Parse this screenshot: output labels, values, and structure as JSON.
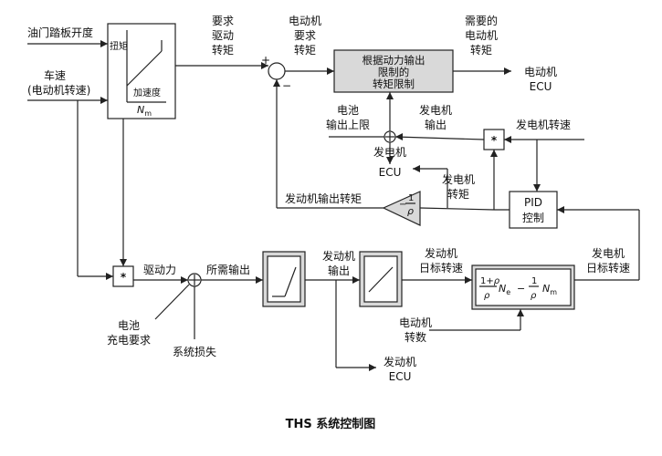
{
  "caption": "THS 系统控制图",
  "labels": {
    "throttle": "油门踏板开度",
    "speed_1": "车速",
    "speed_2": "(电动机转速)",
    "map_torque": "扭矩",
    "map_accel": "加速度",
    "map_nm": "N",
    "map_nm_sub": "m",
    "req_drive_1": "要求",
    "req_drive_2": "驱动",
    "req_drive_3": "转矩",
    "motor_req_1": "电动机",
    "motor_req_2": "要求",
    "motor_req_3": "转矩",
    "plus": "+",
    "minus": "−",
    "limit_box_1": "根据动力输出",
    "limit_box_2": "限制的",
    "limit_box_3": "转矩限制",
    "motor_need_1": "需要的",
    "motor_need_2": "电动机",
    "motor_need_3": "转矩",
    "motor_ecu_1": "电动机",
    "motor_ecu_2": "ECU",
    "batt_limit_1": "电池",
    "batt_limit_2": "输出上限",
    "gen_out_1": "发电机",
    "gen_out_2": "输出",
    "gen_speed": "发电机转速",
    "gen_ecu_1": "发电机",
    "gen_ecu_2": "ECU",
    "gen_torque_1": "发电机",
    "gen_torque_2": "转矩",
    "pid_1": "PID",
    "pid_2": "控制",
    "engine_torque": "发动机输出转矩",
    "multiply": "*",
    "drive_force": "驱动力",
    "required_output": "所需输出",
    "engine_out_1": "发动机",
    "engine_out_2": "输出",
    "eng_target_1": "发动机",
    "eng_target_2": "日标转速",
    "gen_target_1": "发电机",
    "gen_target_2": "日标转速",
    "batt_charge_1": "电池",
    "batt_charge_2": "充电要求",
    "sys_loss": "系统损失",
    "motor_speed_1": "电动机",
    "motor_speed_2": "转数",
    "engine_ecu_1": "发动机",
    "engine_ecu_2": "ECU"
  }
}
